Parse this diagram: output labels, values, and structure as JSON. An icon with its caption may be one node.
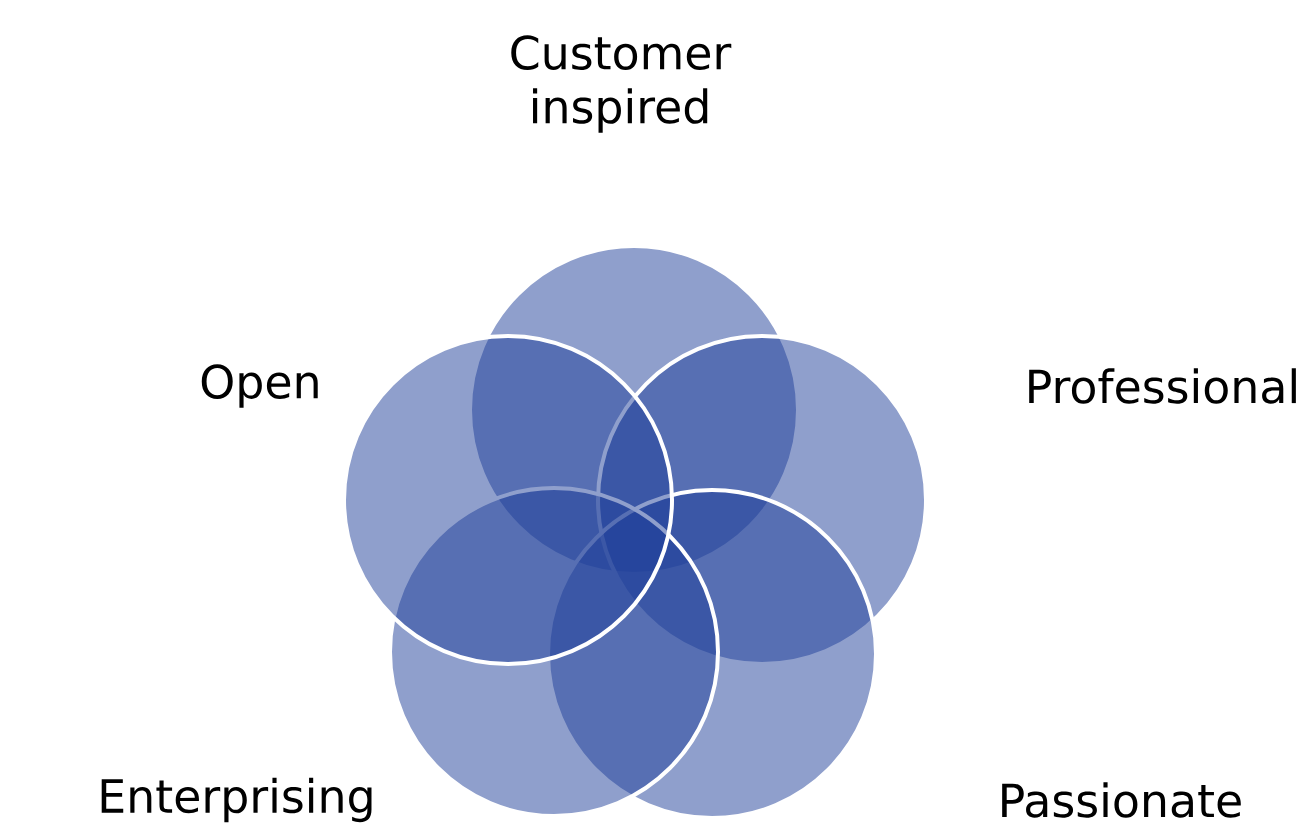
{
  "diagram": {
    "nodes": [
      {
        "text": [],
        "shape": "circle",
        "beside": [
          "Customer inspired"
        ]
      },
      {
        "text": [],
        "shape": "circle",
        "beside": [
          "Open"
        ]
      },
      {
        "text": [],
        "shape": "circle",
        "beside": [
          "Professional"
        ]
      },
      {
        "text": [],
        "shape": "circle",
        "beside": [
          "Enterprising"
        ]
      },
      {
        "text": [],
        "shape": "circle",
        "beside": [
          "Passionate"
        ]
      }
    ]
  }
}
